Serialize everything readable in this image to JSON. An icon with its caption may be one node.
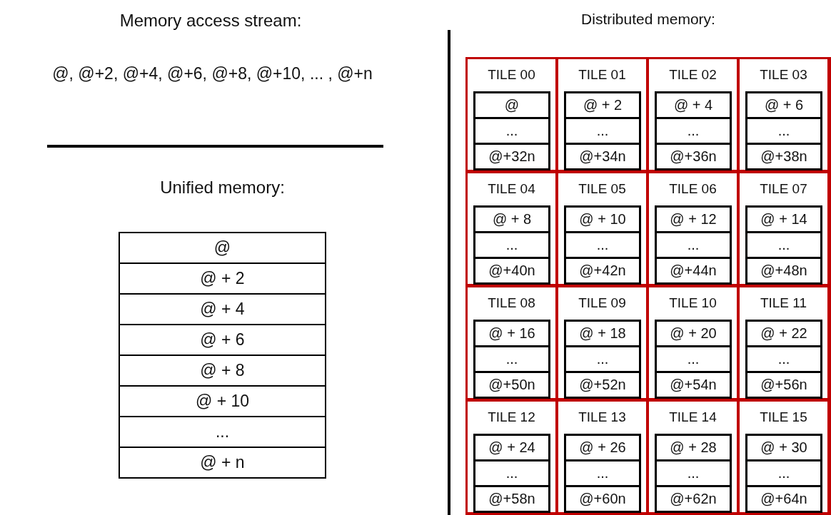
{
  "diagram": {
    "nodes": [
      {
        "text": [
          "Unified memory:"
        ]
      },
      {
        "text": [
          "@"
        ],
        "in": 0
      },
      {
        "text": [
          "@ + 2"
        ],
        "in": 0
      },
      {
        "text": [
          "@ + 4"
        ],
        "in": 0
      },
      {
        "text": [
          "@ + 6"
        ],
        "in": 0
      },
      {
        "text": [
          "@ + 8"
        ],
        "in": 0
      },
      {
        "text": [
          "@ + 10"
        ],
        "in": 0
      },
      {
        "text": [
          "..."
        ],
        "in": 0
      },
      {
        "text": [
          "@ + n"
        ],
        "in": 0
      },
      {
        "text": [
          "Distributed memory:"
        ]
      },
      {
        "text": [
          "TILE 00"
        ],
        "in": 9
      },
      {
        "text": [
          "@"
        ],
        "in": 10
      },
      {
        "text": [
          "..."
        ],
        "in": 10
      },
      {
        "text": [
          "@+32n"
        ],
        "in": 10
      },
      {
        "text": [
          "TILE 01"
        ],
        "in": 9
      },
      {
        "text": [
          "@ + 2"
        ],
        "in": 14
      },
      {
        "text": [
          "..."
        ],
        "in": 14
      },
      {
        "text": [
          "@+34n"
        ],
        "in": 14
      },
      {
        "text": [
          "TILE 02"
        ],
        "in": 9
      },
      {
        "text": [
          "@ + 4"
        ],
        "in": 18
      },
      {
        "text": [
          "..."
        ],
        "in": 18
      },
      {
        "text": [
          "@+36n"
        ],
        "in": 18
      },
      {
        "text": [
          "TILE 03"
        ],
        "in": 9
      },
      {
        "text": [
          "@ + 6"
        ],
        "in": 22
      },
      {
        "text": [
          "..."
        ],
        "in": 22
      },
      {
        "text": [
          "@+38n"
        ],
        "in": 22
      },
      {
        "text": [
          "TILE 04"
        ],
        "in": 9
      },
      {
        "text": [
          "@ + 8"
        ],
        "in": 26
      },
      {
        "text": [
          "..."
        ],
        "in": 26
      },
      {
        "text": [
          "@+40n"
        ],
        "in": 26
      },
      {
        "text": [
          "TILE 05"
        ],
        "in": 9
      },
      {
        "text": [
          "@ + 10"
        ],
        "in": 30
      },
      {
        "text": [
          "..."
        ],
        "in": 30
      },
      {
        "text": [
          "@+42n"
        ],
        "in": 30
      },
      {
        "text": [
          "TILE 06"
        ],
        "in": 9
      },
      {
        "text": [
          "@ + 12"
        ],
        "in": 34
      },
      {
        "text": [
          "..."
        ],
        "in": 34
      },
      {
        "text": [
          "@+44n"
        ],
        "in": 34
      },
      {
        "text": [
          "TILE 07"
        ],
        "in": 9
      },
      {
        "text": [
          "@ + 14"
        ],
        "in": 38
      },
      {
        "text": [
          "..."
        ],
        "in": 38
      },
      {
        "text": [
          "@+48n"
        ],
        "in": 38
      },
      {
        "text": [
          "TILE 08"
        ],
        "in": 9
      },
      {
        "text": [
          "@ + 16"
        ],
        "in": 42
      },
      {
        "text": [
          "..."
        ],
        "in": 42
      },
      {
        "text": [
          "@+50n"
        ],
        "in": 42
      },
      {
        "text": [
          "TILE 09"
        ],
        "in": 9
      },
      {
        "text": [
          "@ + 18"
        ],
        "in": 46
      },
      {
        "text": [
          "..."
        ],
        "in": 46
      },
      {
        "text": [
          "@+52n"
        ],
        "in": 46
      },
      {
        "text": [
          "TILE 10"
        ],
        "in": 9
      },
      {
        "text": [
          "@ + 20"
        ],
        "in": 50
      },
      {
        "text": [
          "..."
        ],
        "in": 50
      },
      {
        "text": [
          "@+54n"
        ],
        "in": 50
      },
      {
        "text": [
          "TILE 11"
        ],
        "in": 9
      },
      {
        "text": [
          "@ + 22"
        ],
        "in": 54
      },
      {
        "text": [
          "..."
        ],
        "in": 54
      },
      {
        "text": [
          "@+56n"
        ],
        "in": 54
      },
      {
        "text": [
          "TILE 12"
        ],
        "in": 9
      },
      {
        "text": [
          "@ + 24"
        ],
        "in": 58
      },
      {
        "text": [
          "..."
        ],
        "in": 58
      },
      {
        "text": [
          "@+58n"
        ],
        "in": 58
      },
      {
        "text": [
          "TILE 13"
        ],
        "in": 9
      },
      {
        "text": [
          "@ + 26"
        ],
        "in": 62
      },
      {
        "text": [
          "..."
        ],
        "in": 62
      },
      {
        "text": [
          "@+60n"
        ],
        "in": 62
      },
      {
        "text": [
          "TILE 14"
        ],
        "in": 9
      },
      {
        "text": [
          "@ + 28"
        ],
        "in": 66
      },
      {
        "text": [
          "..."
        ],
        "in": 66
      },
      {
        "text": [
          "@+62n"
        ],
        "in": 66
      },
      {
        "text": [
          "TILE 15"
        ],
        "in": 9
      },
      {
        "text": [
          "@ + 30"
        ],
        "in": 70
      },
      {
        "text": [
          "..."
        ],
        "in": 70
      },
      {
        "text": [
          "@+64n"
        ],
        "in": 70
      }
    ],
    "labels": [
      "Memory access stream:",
      "@, @+2, @+4, @+6, @+8, @+10, ... , @+n"
    ]
  }
}
